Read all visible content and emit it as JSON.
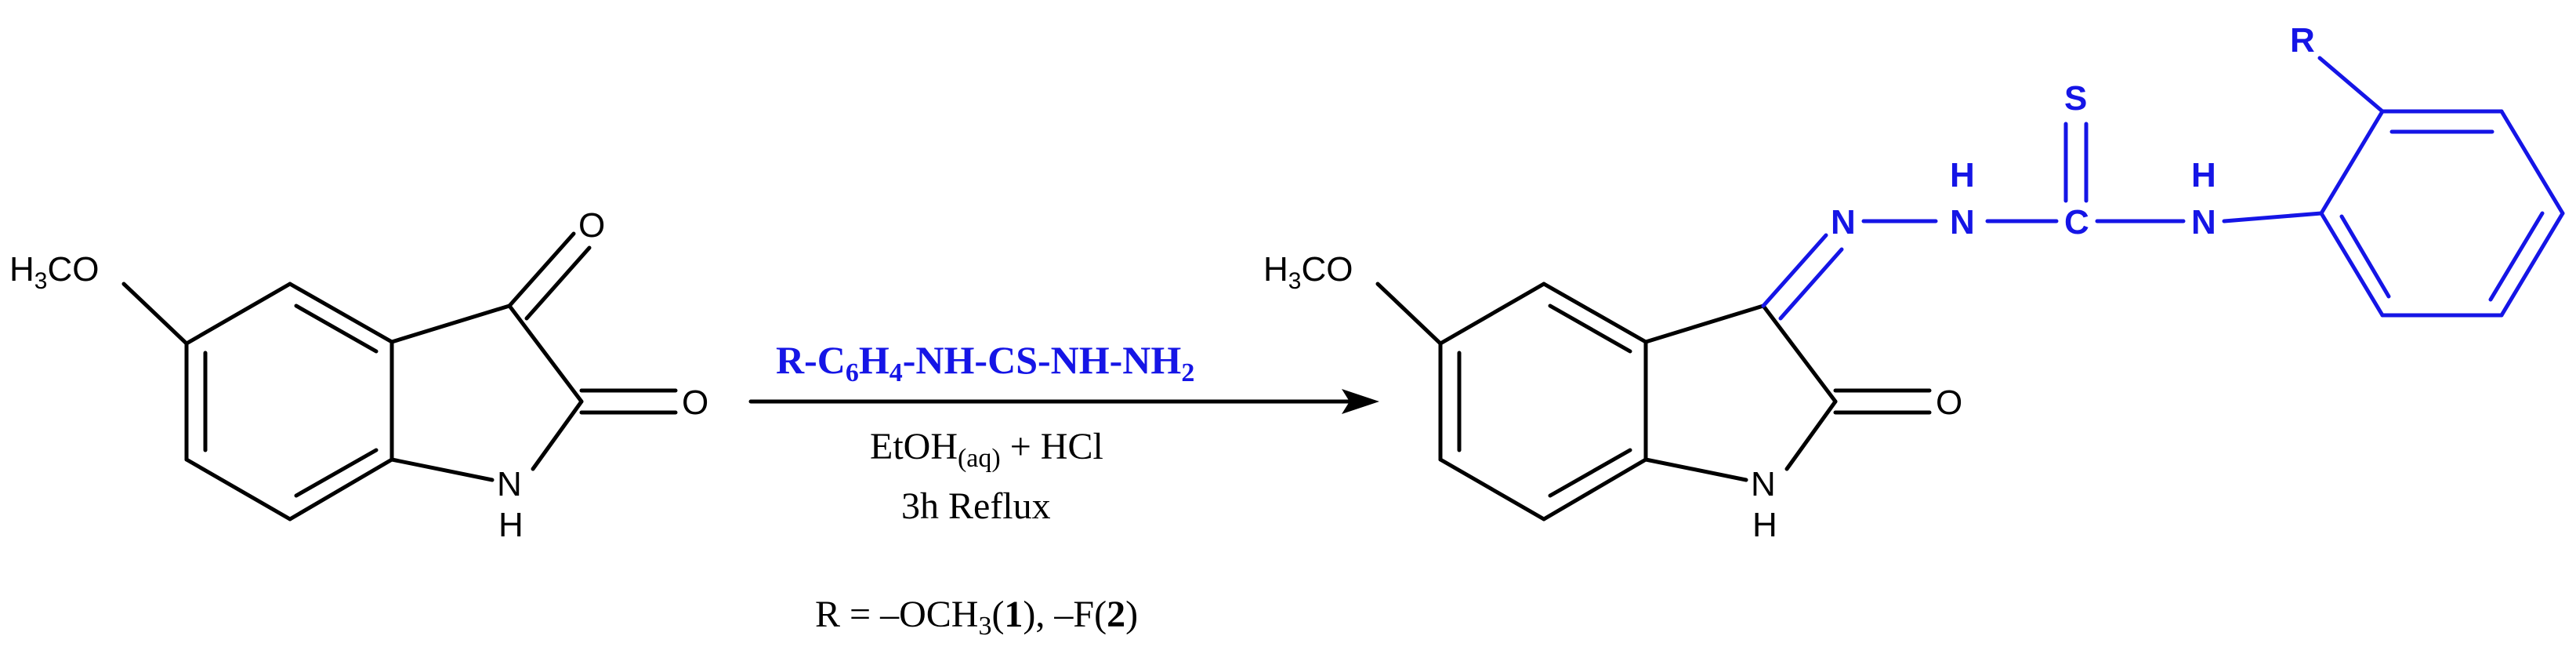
{
  "colors": {
    "bond": "#000000",
    "substituent": "#1515e6",
    "background": "#ffffff"
  },
  "reactant": {
    "methoxy_label": {
      "main": "H",
      "sub": "3",
      "rest": "CO"
    },
    "oxygen_top": "O",
    "oxygen_right": "O",
    "nh_n": "N",
    "nh_h": "H"
  },
  "reagent": {
    "parts": [
      {
        "t": "R-C"
      },
      {
        "s": "6"
      },
      {
        "t": "H"
      },
      {
        "s": "4"
      },
      {
        "t": "-NH-CS-NH-NH"
      },
      {
        "s": "2"
      }
    ]
  },
  "conditions": {
    "solvent": "EtOH",
    "solvent_sub": "(aq)",
    "additive": " + HCl",
    "time": "3h Reflux"
  },
  "r_definition": {
    "prefix": "R = –OCH",
    "sub": "3",
    "open1": "(",
    "num1": "1",
    "close1": "), –F(",
    "num2": "2",
    "close2": ")"
  },
  "product": {
    "methoxy_label": {
      "main": "H",
      "sub": "3",
      "rest": "CO"
    },
    "oxygen_right": "O",
    "nh_n": "N",
    "nh_h": "H",
    "imine_n": "N",
    "hydrazine_h": "H",
    "hydrazine_n": "N",
    "thio_c": "C",
    "thio_s": "S",
    "amide_h": "H",
    "amide_n": "N",
    "r_group": "R"
  }
}
